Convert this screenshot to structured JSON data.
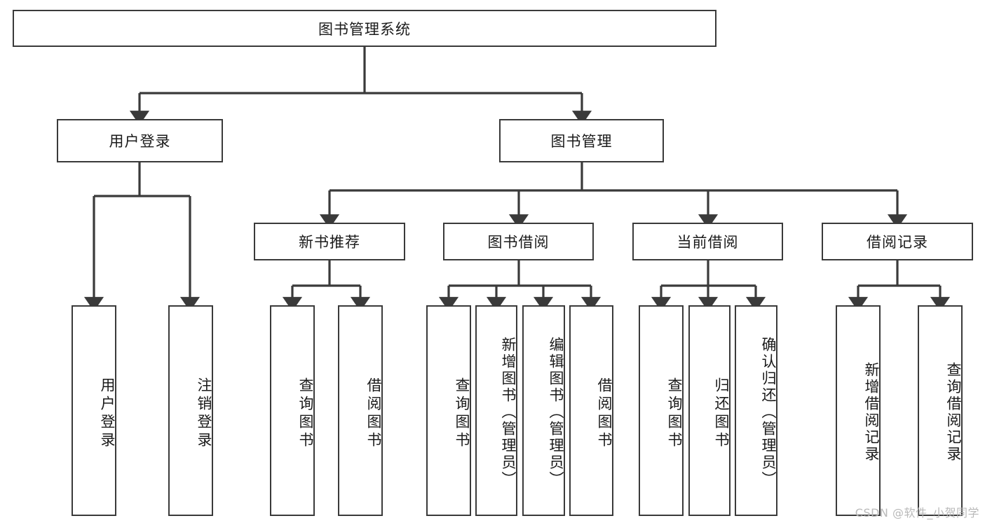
{
  "diagram": {
    "title": "图书管理系统",
    "type": "hierarchy-tree",
    "root": {
      "label": "图书管理系统"
    },
    "level2": [
      {
        "label": "用户登录"
      },
      {
        "label": "图书管理"
      }
    ],
    "level3": [
      {
        "label": "新书推荐"
      },
      {
        "label": "图书借阅"
      },
      {
        "label": "当前借阅"
      },
      {
        "label": "借阅记录"
      }
    ],
    "leaves": [
      {
        "label": "用户登录",
        "parent": "用户登录"
      },
      {
        "label": "注销登录",
        "parent": "用户登录"
      },
      {
        "label": "查询图书",
        "parent": "新书推荐"
      },
      {
        "label": "借阅图书",
        "parent": "新书推荐"
      },
      {
        "label": "查询图书",
        "parent": "图书借阅"
      },
      {
        "label": "新增图书（管理员）",
        "parent": "图书借阅"
      },
      {
        "label": "编辑图书（管理员）",
        "parent": "图书借阅"
      },
      {
        "label": "借阅图书",
        "parent": "图书借阅"
      },
      {
        "label": "查询图书",
        "parent": "当前借阅"
      },
      {
        "label": "归还图书",
        "parent": "当前借阅"
      },
      {
        "label": "确认归还（管理员）",
        "parent": "当前借阅"
      },
      {
        "label": "新增借阅记录",
        "parent": "借阅记录"
      },
      {
        "label": "查询借阅记录",
        "parent": "借阅记录"
      }
    ],
    "watermark": "CSDN @软件_小贺同学",
    "colors": {
      "box_border": "#3a3a3a",
      "box_fill": "#ffffff",
      "connector": "#3a3a3a",
      "text": "#1a1a1a",
      "watermark": "#b9b9b9"
    }
  }
}
